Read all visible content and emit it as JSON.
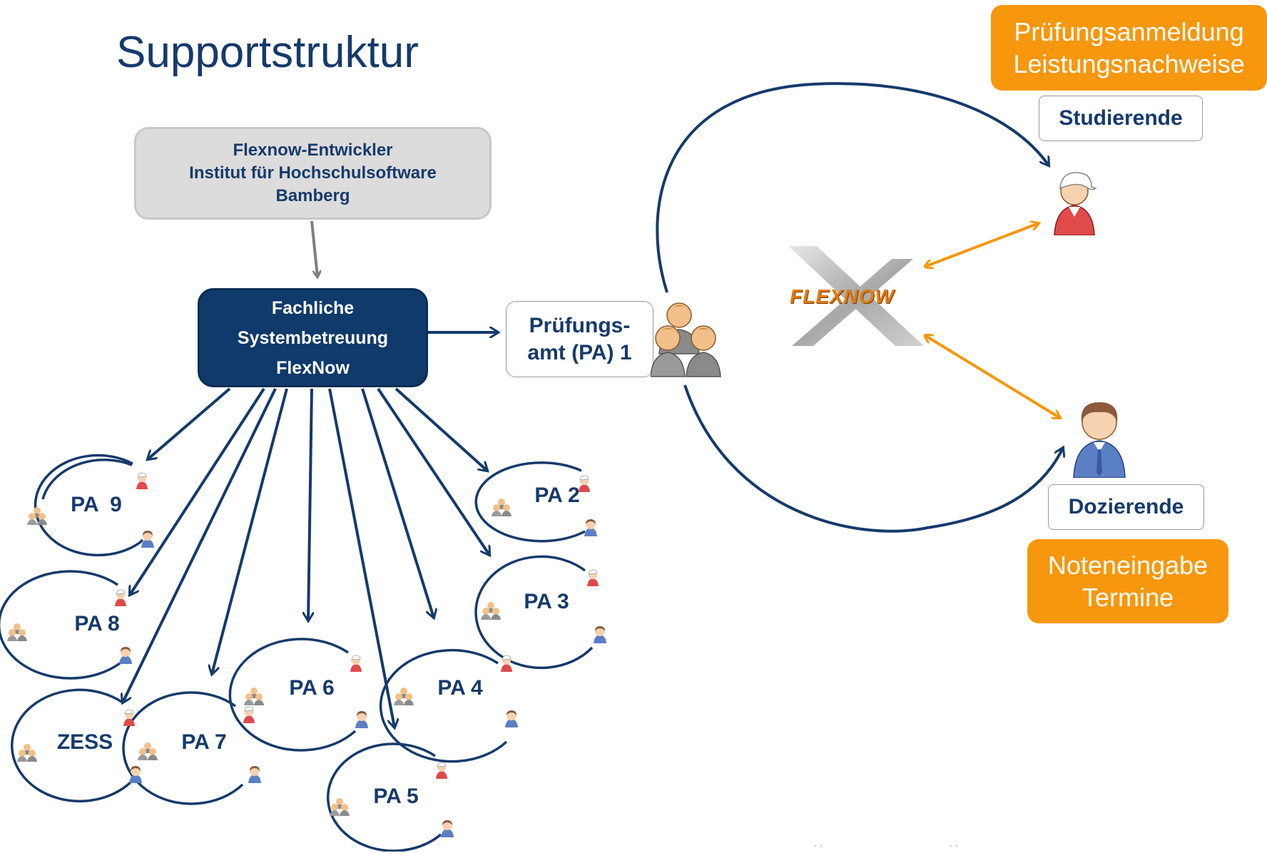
{
  "title": "Supportstruktur",
  "developer_box": {
    "line1": "Flexnow-Entwickler",
    "line2": "Institut für Hochschulsoftware",
    "line3": "Bamberg"
  },
  "system_box": {
    "line1": "Fachliche",
    "line2": "Systembetreuung",
    "line3": "FlexNow"
  },
  "pa1_box": {
    "line1": "Prüfungs-",
    "line2": "amt (PA) 1"
  },
  "flexnow_logo": "FLEXNOW",
  "studierende": {
    "label": "Studierende",
    "tasks_line1": "Prüfungsanmeldung",
    "tasks_line2": "Leistungsnachweise"
  },
  "dozierende": {
    "label": "Dozierende",
    "tasks_line1": "Noteneingabe",
    "tasks_line2": "Termine"
  },
  "pa_nodes": [
    {
      "label": "PA  9"
    },
    {
      "label": "PA 8"
    },
    {
      "label": "ZESS"
    },
    {
      "label": "PA 7"
    },
    {
      "label": "PA 6"
    },
    {
      "label": "PA 5"
    },
    {
      "label": "PA 4"
    },
    {
      "label": "PA 3"
    },
    {
      "label": "PA 2"
    }
  ],
  "colors": {
    "navy": "#163a6b",
    "orange": "#f7970d",
    "box_gray": "#dcdcdc"
  },
  "icons": [
    "group-icon",
    "student-icon",
    "lecturer-icon",
    "flexnow-logo"
  ]
}
